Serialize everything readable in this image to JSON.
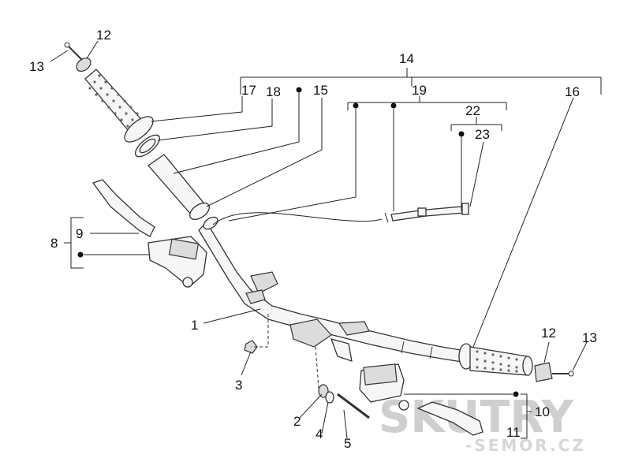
{
  "diagram": {
    "callouts": [
      {
        "id": "c13a",
        "text": "13"
      },
      {
        "id": "c12a",
        "text": "12"
      },
      {
        "id": "c14",
        "text": "14"
      },
      {
        "id": "c17",
        "text": "17"
      },
      {
        "id": "c18",
        "text": "18"
      },
      {
        "id": "c15",
        "text": "15"
      },
      {
        "id": "c19",
        "text": "19"
      },
      {
        "id": "c22",
        "text": "22"
      },
      {
        "id": "c23",
        "text": "23"
      },
      {
        "id": "c16",
        "text": "16"
      },
      {
        "id": "c9",
        "text": "9"
      },
      {
        "id": "c8",
        "text": "8"
      },
      {
        "id": "c1",
        "text": "1"
      },
      {
        "id": "c3",
        "text": "3"
      },
      {
        "id": "c12b",
        "text": "12"
      },
      {
        "id": "c13b",
        "text": "13"
      },
      {
        "id": "c10",
        "text": "10"
      },
      {
        "id": "c11",
        "text": "11"
      },
      {
        "id": "c2",
        "text": "2"
      },
      {
        "id": "c4",
        "text": "4"
      },
      {
        "id": "c5",
        "text": "5"
      }
    ]
  },
  "watermark": {
    "logo_text": "SKUTRY",
    "sub_text": "-SEMOR.CZ"
  }
}
